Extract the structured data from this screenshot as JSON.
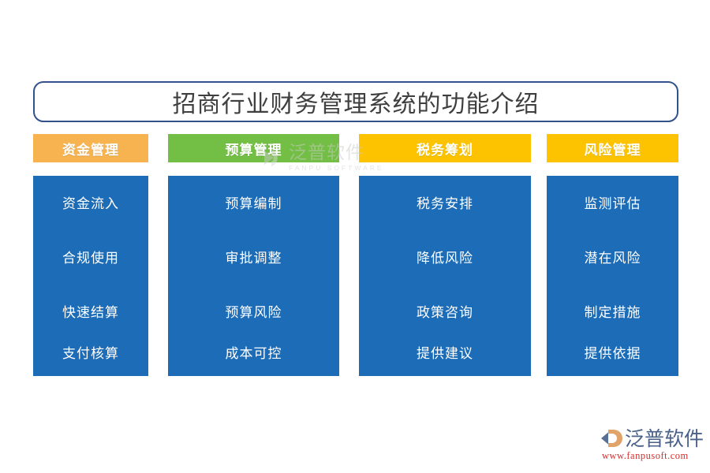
{
  "page": {
    "title": "招商行业财务管理系统的功能介绍",
    "background_color": "#ffffff",
    "body_color": "#1d6cb7"
  },
  "watermark": {
    "cn": "泛普软件",
    "en": "FANPU SOFTWARE",
    "color": "#c9cdc6"
  },
  "columns": [
    {
      "header": "资金管理",
      "header_color": "#f7b34f",
      "items": [
        "资金流入",
        "合规使用",
        "快速结算",
        "支付核算"
      ]
    },
    {
      "header": "预算管理",
      "header_color": "#73be44",
      "items": [
        "预算编制",
        "审批调整",
        "预算风险",
        "成本可控"
      ]
    },
    {
      "header": "税务筹划",
      "header_color": "#fdc300",
      "items": [
        "税务安排",
        "降低风险",
        "政策咨询",
        "提供建议"
      ]
    },
    {
      "header": "风险管理",
      "header_color": "#fdc300",
      "items": [
        "监测评估",
        "潜在风险",
        "制定措施",
        "提供依据"
      ]
    }
  ],
  "logo": {
    "name": "泛普软件",
    "url": "www.fanpusoft.com",
    "name_color": "#4a6189",
    "url_color": "#d22f2f"
  }
}
